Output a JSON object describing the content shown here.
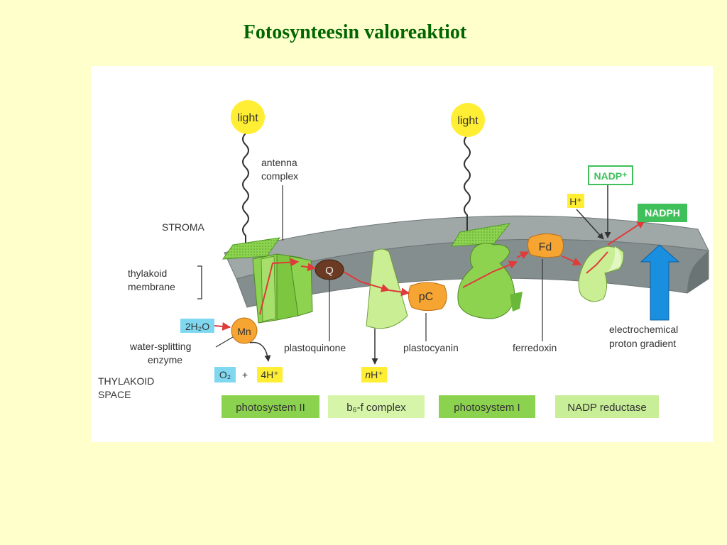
{
  "title": "Fotosynteesin valoreaktiot",
  "light_labels": [
    "light",
    "light"
  ],
  "regions": {
    "stroma": "STROMA",
    "thylakoid_space": [
      "THYLAKOID",
      "SPACE"
    ]
  },
  "labels": {
    "antenna": [
      "antenna",
      "complex"
    ],
    "membrane": [
      "thylakoid",
      "membrane"
    ],
    "water_splitting": [
      "water-splitting",
      "enzyme"
    ],
    "plastoquinone": "plastoquinone",
    "plastocyanin": "plastocyanin",
    "ferredoxin": "ferredoxin",
    "gradient": [
      "electrochemical",
      "proton gradient"
    ]
  },
  "molecules": {
    "water": "2H₂O",
    "mn": "Mn",
    "oxygen": "O₂",
    "plus": "+",
    "protons_4h": "4H⁺",
    "protons_nh_n": "n",
    "protons_nh": "H⁺",
    "q": "Q",
    "pc": "pC",
    "fd": "Fd",
    "h_plus": "H⁺",
    "nadp_plus": "NADP⁺",
    "nadph": "NADPH"
  },
  "legend": [
    {
      "label": "photosystem II",
      "color": "#8bd34f"
    },
    {
      "label": "b₆-f complex",
      "color": "#d6f5a8"
    },
    {
      "label": "photosystem I",
      "color": "#8bd34f"
    },
    {
      "label": "NADP reductase",
      "color": "#c8ee98"
    }
  ],
  "colors": {
    "background": "#ffffcc",
    "title": "#006600",
    "membrane_top": "#9fa7a7",
    "membrane_front": "#858e8e",
    "protein_green": "#8ed34f",
    "protein_light": "#c9ee94",
    "orange": "#f6a432",
    "yellow": "#ffee33",
    "cyan": "#7fd8f0",
    "nadph_green": "#3fc05a",
    "arrow_red": "#e03a3a",
    "gradient_blue": "#1a8fe0"
  }
}
